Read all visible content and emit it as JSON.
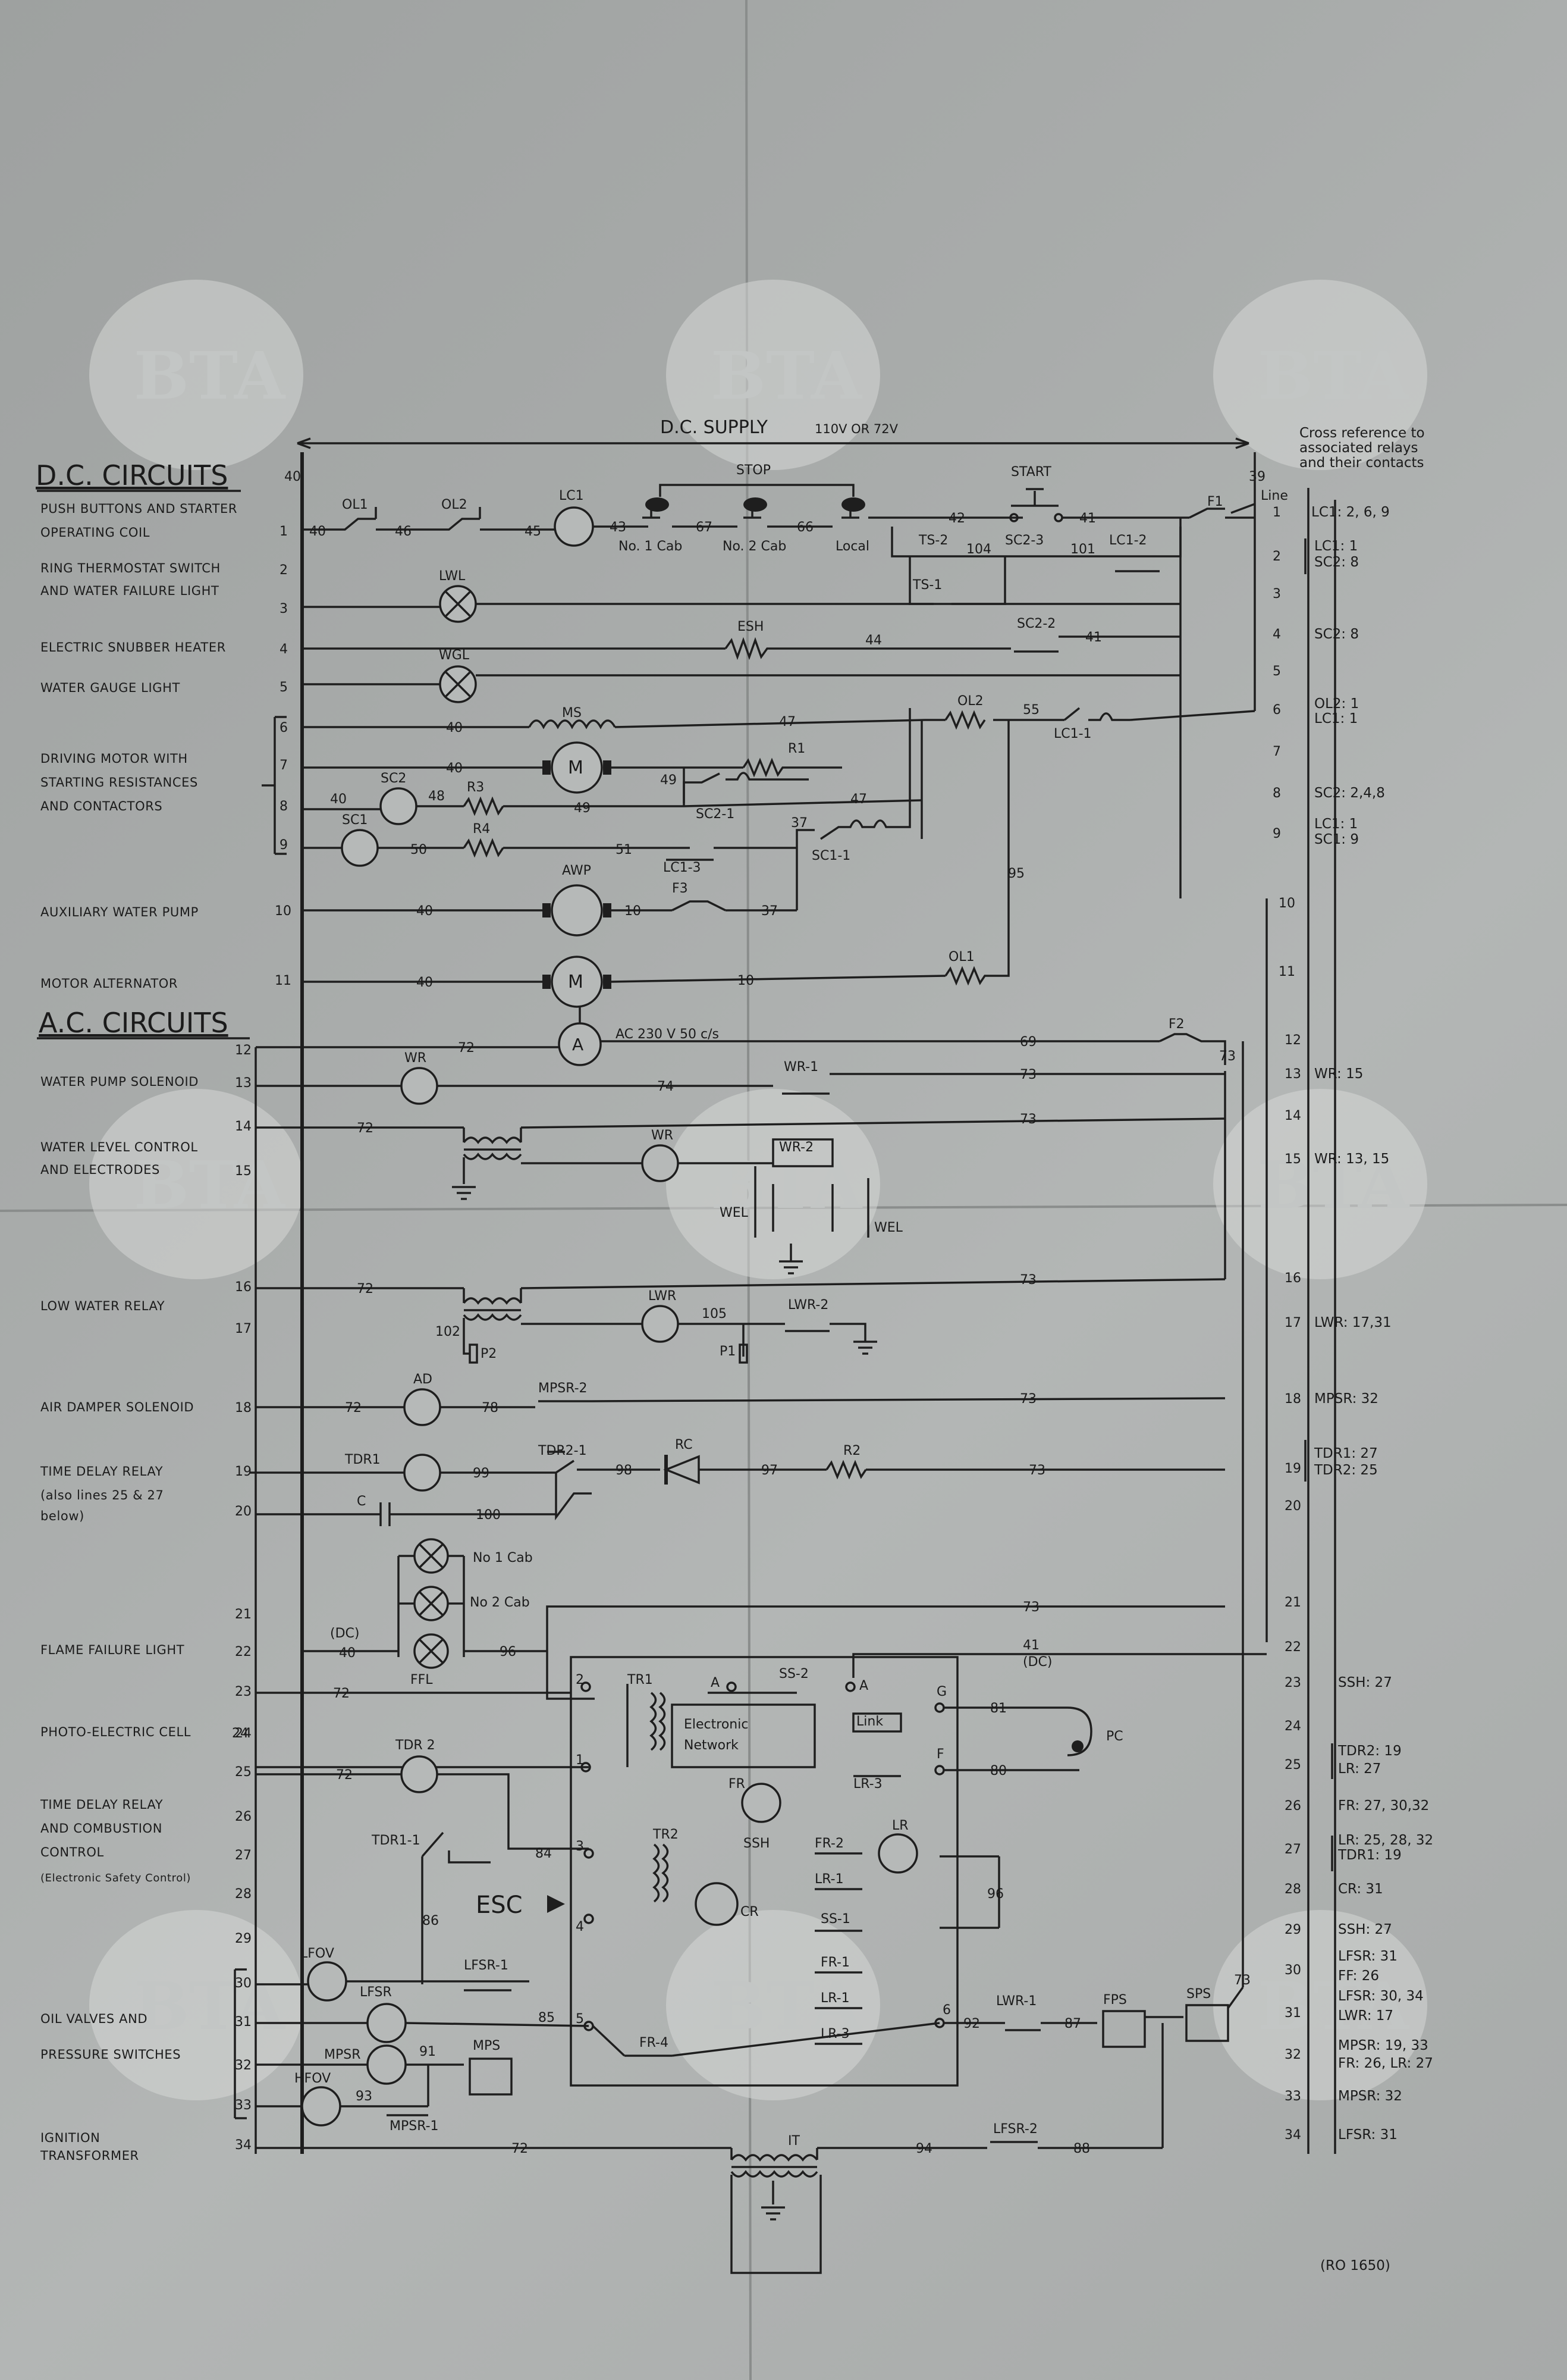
{
  "header": {
    "supply": "D.C. SUPPLY",
    "supply_volts": "110V OR 72V",
    "dc_title": "D.C. CIRCUITS",
    "ac_title": "A.C. CIRCUITS",
    "cross_ref_note": [
      "Cross reference to",
      "associated relays",
      "and their contacts"
    ],
    "line_col": "Line",
    "drawing_no": "(RO 1650)",
    "watermark": "BTA"
  },
  "circuit_labels": [
    [
      "PUSH BUTTONS AND STARTER",
      "OPERATING COIL"
    ],
    [
      "RING THERMOSTAT SWITCH",
      "AND WATER FAILURE LIGHT"
    ],
    [
      "ELECTRIC SNUBBER HEATER"
    ],
    [
      "WATER GAUGE LIGHT"
    ],
    [
      "DRIVING MOTOR WITH",
      "STARTING RESISTANCES",
      "AND CONTACTORS"
    ],
    [
      "AUXILIARY WATER PUMP"
    ],
    [
      "MOTOR ALTERNATOR"
    ],
    [
      "WATER PUMP SOLENOID"
    ],
    [
      "WATER LEVEL CONTROL",
      "AND ELECTRODES"
    ],
    [
      "LOW WATER RELAY"
    ],
    [
      "AIR DAMPER SOLENOID"
    ],
    [
      "TIME DELAY RELAY",
      "(also lines 25 & 27",
      "below)"
    ],
    [
      "FLAME FAILURE LIGHT"
    ],
    [
      "PHOTO-ELECTRIC CELL"
    ],
    [
      "TIME DELAY RELAY",
      "AND COMBUSTION",
      "CONTROL",
      "(Electronic Safety Control)"
    ],
    [
      "OIL VALVES AND",
      "PRESSURE SWITCHES"
    ],
    [
      "IGNITION",
      "TRANSFORMER"
    ]
  ],
  "line_numbers": [
    "1",
    "2",
    "3",
    "4",
    "5",
    "6",
    "7",
    "8",
    "9",
    "10",
    "11",
    "12",
    "13",
    "14",
    "15",
    "16",
    "17",
    "18",
    "19",
    "20",
    "21",
    "22",
    "23",
    "24",
    "25",
    "26",
    "27",
    "28",
    "29",
    "30",
    "31",
    "32",
    "33",
    "34"
  ],
  "components": {
    "OL1": "OL1",
    "OL2": "OL2",
    "LC1": "LC1",
    "STOP": "STOP",
    "START": "START",
    "No1Cab": "No. 1 Cab",
    "No2Cab": "No. 2 Cab",
    "Local": "Local",
    "TS2": "TS-2",
    "TS1": "TS-1",
    "SC23": "SC2-3",
    "LC12": "LC1-2",
    "F1": "F1",
    "LWL": "LWL",
    "ESH": "ESH",
    "SC22": "SC2-2",
    "WGL": "WGL",
    "LC11": "LC1-1",
    "MS": "MS",
    "M": "M",
    "R1": "R1",
    "R3": "R3",
    "R4": "R4",
    "SC2": "SC2",
    "SC1": "SC1",
    "SC2c": "SC2-1",
    "LC13": "LC1-3",
    "SC11": "SC1-1",
    "AWP": "AWP",
    "F3": "F3",
    "A": "A",
    "AC": "AC 230 V 50 c/s",
    "F2": "F2",
    "WR": "WR",
    "WR1": "WR-1",
    "WR2": "WR-2",
    "WEL": "WEL",
    "LWR": "LWR",
    "LWR2": "LWR-2",
    "P2": "P2",
    "P1": "P1",
    "AD": "AD",
    "MPSR2": "MPSR-2",
    "TDR1": "TDR1",
    "TDR21": "TDR2-1",
    "RC": "RC",
    "R2": "R2",
    "C": "C",
    "N1Cab": "No 1 Cab",
    "N2Cab": "No 2 Cab",
    "FFL": "FFL",
    "DC": "(DC)",
    "TR1": "TR1",
    "TR2": "TR2",
    "SS2": "SS-2",
    "EN1": "Electronic",
    "EN2": "Network",
    "Link": "Link",
    "LR3": "LR-3",
    "PC": "PC",
    "FR": "FR",
    "SSH": "SSH",
    "FR2": "FR-2",
    "LR": "LR",
    "LR1": "LR-1",
    "SS1": "SS-1",
    "CR": "CR",
    "TDR2": "TDR 2",
    "TDR1c": "TDR1-1",
    "ESC": "ESC",
    "LFOV": "LFOV",
    "LFSR": "LFSR",
    "LFSR1": "LFSR-1",
    "MPSR": "MPSR",
    "MPS": "MPS",
    "HFOV": "HFOV",
    "MPSR1": "MPSR-1",
    "FR4": "FR-4",
    "FR1": "FR-1",
    "LWR1": "LWR-1",
    "FPS": "FPS",
    "SPS": "SPS",
    "IT": "IT",
    "LFSR2": "LFSR-2"
  },
  "wire_numbers": [
    "40",
    "46",
    "45",
    "43",
    "67",
    "66",
    "42",
    "41",
    "104",
    "101",
    "44",
    "47",
    "55",
    "48",
    "49",
    "51",
    "50",
    "37",
    "95",
    "10",
    "72",
    "69",
    "73",
    "74",
    "102",
    "105",
    "78",
    "99",
    "98",
    "97",
    "100",
    "96",
    "81",
    "80",
    "84",
    "86",
    "85",
    "91",
    "93",
    "92",
    "87",
    "94",
    "88",
    "39"
  ],
  "cross_refs": [
    {
      "line": "1",
      "text": "LC1: 2, 6, 9"
    },
    {
      "line": "2",
      "text": "LC1: 1"
    },
    {
      "line": "2b",
      "text": "SC2: 8"
    },
    {
      "line": "4",
      "text": "SC2: 8"
    },
    {
      "line": "6",
      "text": "OL2: 1"
    },
    {
      "line": "6b",
      "text": "LC1: 1"
    },
    {
      "line": "8",
      "text": "SC2: 2,4,8"
    },
    {
      "line": "9",
      "text": "LC1: 1"
    },
    {
      "line": "9b",
      "text": "SC1: 9"
    },
    {
      "line": "13",
      "text": "WR: 15"
    },
    {
      "line": "15",
      "text": "WR: 13, 15"
    },
    {
      "line": "17",
      "text": "LWR: 17,31"
    },
    {
      "line": "18",
      "text": "MPSR: 32"
    },
    {
      "line": "19",
      "text": "TDR1: 27"
    },
    {
      "line": "19b",
      "text": "TDR2: 25"
    },
    {
      "line": "23",
      "text": "SSH: 27"
    },
    {
      "line": "25",
      "text": "TDR2: 19"
    },
    {
      "line": "25b",
      "text": "LR: 27"
    },
    {
      "line": "26",
      "text": "FR: 27, 30,32"
    },
    {
      "line": "27",
      "text": "LR: 25, 28, 32"
    },
    {
      "line": "27b",
      "text": "TDR1: 19"
    },
    {
      "line": "28",
      "text": "CR: 31"
    },
    {
      "line": "29",
      "text": "SSH: 27"
    },
    {
      "line": "30",
      "text": "LFSR: 31"
    },
    {
      "line": "30b",
      "text": "FF: 26"
    },
    {
      "line": "31",
      "text": "LFSR: 30, 34"
    },
    {
      "line": "31b",
      "text": "LWR: 17"
    },
    {
      "line": "32",
      "text": "MPSR: 19, 33"
    },
    {
      "line": "32b",
      "text": "FR: 26, LR: 27"
    },
    {
      "line": "33",
      "text": "MPSR: 32"
    },
    {
      "line": "34",
      "text": "LFSR: 31"
    }
  ]
}
